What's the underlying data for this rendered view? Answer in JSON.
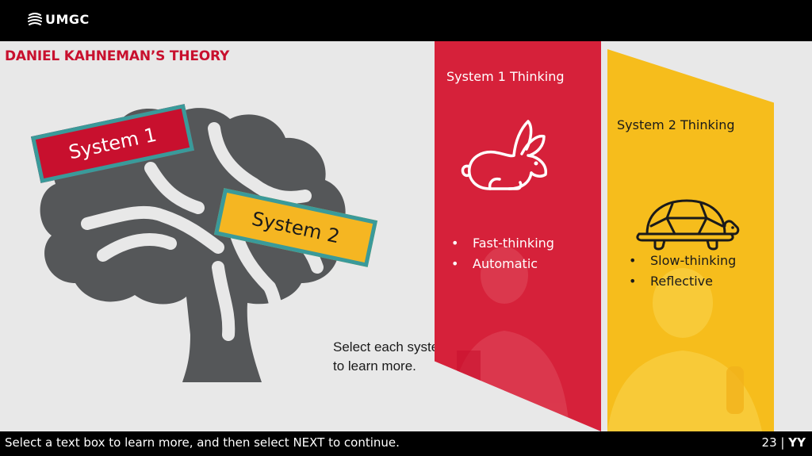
{
  "header": {
    "logo_text": "UMGC"
  },
  "slide": {
    "title": "DANIEL KAHNEMAN’S THEORY",
    "system1_label": "System 1",
    "system2_label": "System 2",
    "instruction": "Select each system to learn more.",
    "panel1": {
      "title": "System 1 Thinking",
      "icon": "rabbit-icon",
      "bullets": [
        "Fast-thinking",
        "Automatic"
      ]
    },
    "panel2": {
      "title": "System 2 Thinking",
      "icon": "turtle-icon",
      "bullets": [
        "Slow-thinking",
        "Reflective"
      ]
    }
  },
  "footer": {
    "instruction": "Select a text box to learn more, and then select NEXT to continue.",
    "page_number": "23",
    "separator": "|",
    "course_code": "YY"
  },
  "colors": {
    "brand_red": "#c8102e",
    "panel_red": "#d6213a",
    "panel_yellow": "#f6bd1c",
    "label_yellow": "#f5b622",
    "brain_gray": "#555759",
    "label_border_teal": "#3a9a9a",
    "slide_background": "#e8e8e8"
  }
}
